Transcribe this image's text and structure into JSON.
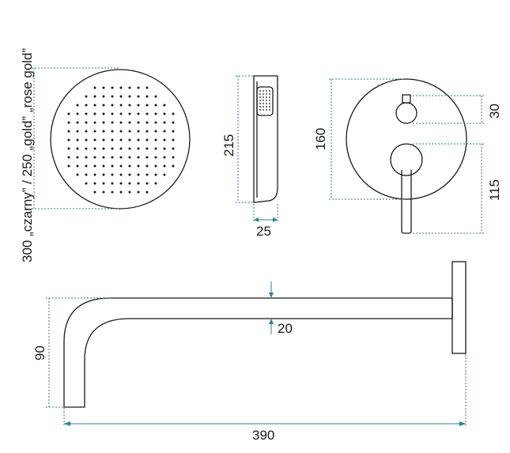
{
  "drawing": {
    "colors": {
      "line": "#1a1a1a",
      "dimension": "#2f7f8f",
      "background": "#ffffff"
    },
    "shower_head": {
      "diameter_label": "300 „czarny” / 250 „gold” „rose gold”"
    },
    "hand_shower": {
      "height_label": "215",
      "width_label": "25"
    },
    "mixer": {
      "plate_label": "160",
      "knob_label": "30",
      "lever_label": "115"
    },
    "arm": {
      "height_label": "90",
      "thickness_label": "20",
      "length_label": "390"
    }
  }
}
